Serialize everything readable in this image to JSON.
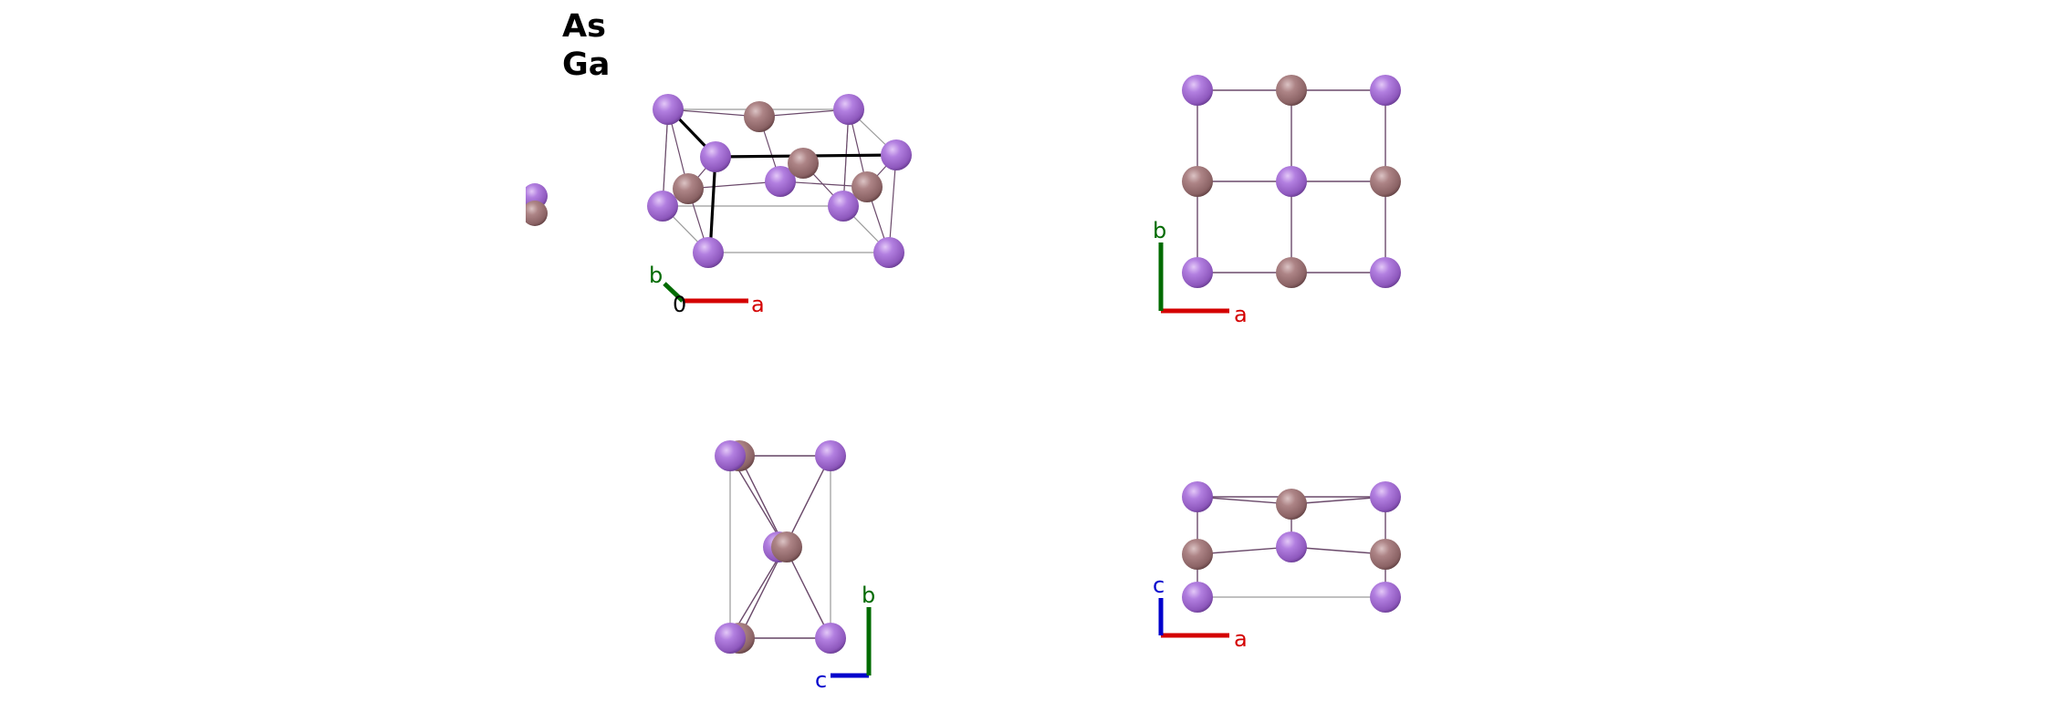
{
  "legend": {
    "elements": [
      "As",
      "Ga"
    ]
  },
  "species": {
    "As": {
      "color": "#a16cd0"
    },
    "Ga": {
      "color": "#9d7375"
    }
  },
  "colors": {
    "bond": "#6b4a6b",
    "cell": "#9a9a9a",
    "cell_highlight": "#000000",
    "axis_a": "#d40000",
    "axis_b": "#006b00",
    "axis_c": "#0000cc"
  },
  "views": {
    "perspective": {
      "axis_a": "a",
      "axis_b": "b",
      "origin": "0"
    },
    "along_c": {
      "axis_a": "a",
      "axis_b": "b"
    },
    "along_a": {
      "axis_b": "b",
      "axis_c": "c"
    },
    "along_b": {
      "axis_a": "a",
      "axis_c": "c"
    }
  }
}
